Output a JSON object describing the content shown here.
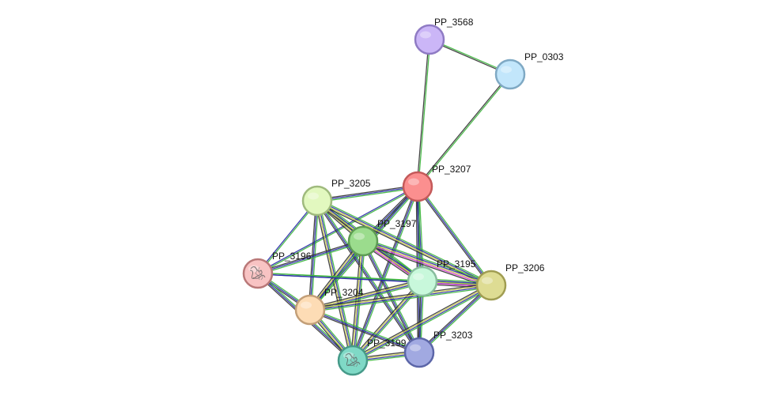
{
  "nodes": [
    {
      "id": "PP_3568",
      "label": "PP_3568",
      "color": "#cbb6f7",
      "stroke": "#8f7bc4",
      "has_structure": false
    },
    {
      "id": "PP_0303",
      "label": "PP_0303",
      "color": "#c2e6fb",
      "stroke": "#7fa9c4",
      "has_structure": false
    },
    {
      "id": "PP_3207",
      "label": "PP_3207",
      "color": "#fb8f8f",
      "stroke": "#c45a5a",
      "has_structure": false
    },
    {
      "id": "PP_3205",
      "label": "PP_3205",
      "color": "#e2f8bf",
      "stroke": "#9fba7d",
      "has_structure": false
    },
    {
      "id": "PP_3197",
      "label": "PP_3197",
      "color": "#9bdc8d",
      "stroke": "#5e9c53",
      "has_structure": false
    },
    {
      "id": "PP_3196",
      "label": "PP_3196",
      "color": "#f8c3c3",
      "stroke": "#b97878",
      "has_structure": true
    },
    {
      "id": "PP_3195",
      "label": "PP_3195",
      "color": "#c8f8db",
      "stroke": "#88bd9d",
      "has_structure": false
    },
    {
      "id": "PP_3206",
      "label": "PP_3206",
      "color": "#dedc93",
      "stroke": "#a09d52",
      "has_structure": false
    },
    {
      "id": "PP_3204",
      "label": "PP_3204",
      "color": "#fddcb5",
      "stroke": "#c39f78",
      "has_structure": false
    },
    {
      "id": "PP_3203",
      "label": "PP_3203",
      "color": "#a1a9e1",
      "stroke": "#5c66a8",
      "has_structure": false
    },
    {
      "id": "PP_3199",
      "label": "PP_3199",
      "color": "#7fd9c6",
      "stroke": "#469a89",
      "has_structure": true
    }
  ],
  "edges": [
    {
      "source": "PP_3568",
      "target": "PP_0303",
      "evidence": [
        "#3bb53b",
        "#333333"
      ]
    },
    {
      "source": "PP_3568",
      "target": "PP_3207",
      "evidence": [
        "#3bb53b",
        "#333333"
      ]
    },
    {
      "source": "PP_0303",
      "target": "PP_3207",
      "evidence": [
        "#3bb53b",
        "#333333"
      ]
    },
    {
      "source": "PP_3207",
      "target": "PP_3205",
      "evidence": [
        "#3bb53b",
        "#2a2aa8",
        "#333333"
      ]
    },
    {
      "source": "PP_3207",
      "target": "PP_3197",
      "evidence": [
        "#3bb53b",
        "#2a2aa8",
        "#333333"
      ]
    },
    {
      "source": "PP_3207",
      "target": "PP_3196",
      "evidence": [
        "#3bb53b",
        "#2a2aa8"
      ]
    },
    {
      "source": "PP_3207",
      "target": "PP_3195",
      "evidence": [
        "#3bb53b",
        "#2a2aa8",
        "#333333"
      ]
    },
    {
      "source": "PP_3207",
      "target": "PP_3206",
      "evidence": [
        "#3bb53b",
        "#2a2aa8",
        "#333333"
      ]
    },
    {
      "source": "PP_3207",
      "target": "PP_3204",
      "evidence": [
        "#3bb53b",
        "#2a2aa8",
        "#333333"
      ]
    },
    {
      "source": "PP_3207",
      "target": "PP_3203",
      "evidence": [
        "#3bb53b",
        "#2a2aa8",
        "#333333"
      ]
    },
    {
      "source": "PP_3207",
      "target": "PP_3199",
      "evidence": [
        "#3bb53b",
        "#2a2aa8",
        "#333333"
      ]
    },
    {
      "source": "PP_3205",
      "target": "PP_3197",
      "evidence": [
        "#3bb53b",
        "#2a2aa8",
        "#c8c84a",
        "#333333"
      ]
    },
    {
      "source": "PP_3205",
      "target": "PP_3196",
      "evidence": [
        "#3bb53b",
        "#2a2aa8"
      ]
    },
    {
      "source": "PP_3205",
      "target": "PP_3195",
      "evidence": [
        "#3bb53b",
        "#2a2aa8",
        "#c8c84a",
        "#333333"
      ]
    },
    {
      "source": "PP_3205",
      "target": "PP_3206",
      "evidence": [
        "#3bb53b",
        "#2a2aa8",
        "#c8c84a",
        "#333333"
      ]
    },
    {
      "source": "PP_3205",
      "target": "PP_3204",
      "evidence": [
        "#3bb53b",
        "#2a2aa8",
        "#333333"
      ]
    },
    {
      "source": "PP_3205",
      "target": "PP_3203",
      "evidence": [
        "#3bb53b",
        "#2a2aa8",
        "#333333"
      ]
    },
    {
      "source": "PP_3205",
      "target": "PP_3199",
      "evidence": [
        "#3bb53b",
        "#2a2aa8",
        "#c8c84a",
        "#333333"
      ]
    },
    {
      "source": "PP_3197",
      "target": "PP_3196",
      "evidence": [
        "#3bb53b",
        "#2a2aa8",
        "#333333"
      ]
    },
    {
      "source": "PP_3197",
      "target": "PP_3195",
      "evidence": [
        "#3bb53b",
        "#2a2aa8",
        "#c8c84a",
        "#d63bd6",
        "#333333"
      ]
    },
    {
      "source": "PP_3197",
      "target": "PP_3206",
      "evidence": [
        "#3bb53b",
        "#2a2aa8",
        "#c8c84a",
        "#d63bd6",
        "#333333"
      ]
    },
    {
      "source": "PP_3197",
      "target": "PP_3204",
      "evidence": [
        "#3bb53b",
        "#2a2aa8",
        "#c8c84a",
        "#333333"
      ]
    },
    {
      "source": "PP_3197",
      "target": "PP_3203",
      "evidence": [
        "#3bb53b",
        "#2a2aa8",
        "#333333"
      ]
    },
    {
      "source": "PP_3197",
      "target": "PP_3199",
      "evidence": [
        "#3bb53b",
        "#2a2aa8",
        "#c8c84a",
        "#333333"
      ]
    },
    {
      "source": "PP_3196",
      "target": "PP_3195",
      "evidence": [
        "#3bb53b",
        "#2a2aa8"
      ]
    },
    {
      "source": "PP_3196",
      "target": "PP_3206",
      "evidence": [
        "#3bb53b",
        "#2a2aa8"
      ]
    },
    {
      "source": "PP_3196",
      "target": "PP_3204",
      "evidence": [
        "#3bb53b",
        "#2a2aa8",
        "#333333"
      ]
    },
    {
      "source": "PP_3196",
      "target": "PP_3199",
      "evidence": [
        "#3bb53b",
        "#2a2aa8",
        "#333333"
      ]
    },
    {
      "source": "PP_3195",
      "target": "PP_3206",
      "evidence": [
        "#3bb53b",
        "#2a2aa8",
        "#c8c84a",
        "#d63bd6",
        "#333333"
      ]
    },
    {
      "source": "PP_3195",
      "target": "PP_3204",
      "evidence": [
        "#3bb53b",
        "#2a2aa8",
        "#c8c84a",
        "#333333"
      ]
    },
    {
      "source": "PP_3195",
      "target": "PP_3203",
      "evidence": [
        "#3bb53b",
        "#2a2aa8",
        "#333333"
      ]
    },
    {
      "source": "PP_3195",
      "target": "PP_3199",
      "evidence": [
        "#3bb53b",
        "#2a2aa8",
        "#c8c84a",
        "#333333"
      ]
    },
    {
      "source": "PP_3206",
      "target": "PP_3204",
      "evidence": [
        "#3bb53b",
        "#2a2aa8",
        "#c8c84a",
        "#333333"
      ]
    },
    {
      "source": "PP_3206",
      "target": "PP_3203",
      "evidence": [
        "#3bb53b",
        "#2a2aa8",
        "#333333"
      ]
    },
    {
      "source": "PP_3206",
      "target": "PP_3199",
      "evidence": [
        "#3bb53b",
        "#2a2aa8",
        "#c8c84a",
        "#333333"
      ]
    },
    {
      "source": "PP_3204",
      "target": "PP_3203",
      "evidence": [
        "#3bb53b",
        "#2a2aa8",
        "#333333"
      ]
    },
    {
      "source": "PP_3204",
      "target": "PP_3199",
      "evidence": [
        "#3bb53b",
        "#2a2aa8",
        "#c8c84a",
        "#333333"
      ]
    },
    {
      "source": "PP_3203",
      "target": "PP_3199",
      "evidence": [
        "#3bb53b",
        "#2a2aa8",
        "#c8c84a",
        "#333333"
      ]
    }
  ]
}
